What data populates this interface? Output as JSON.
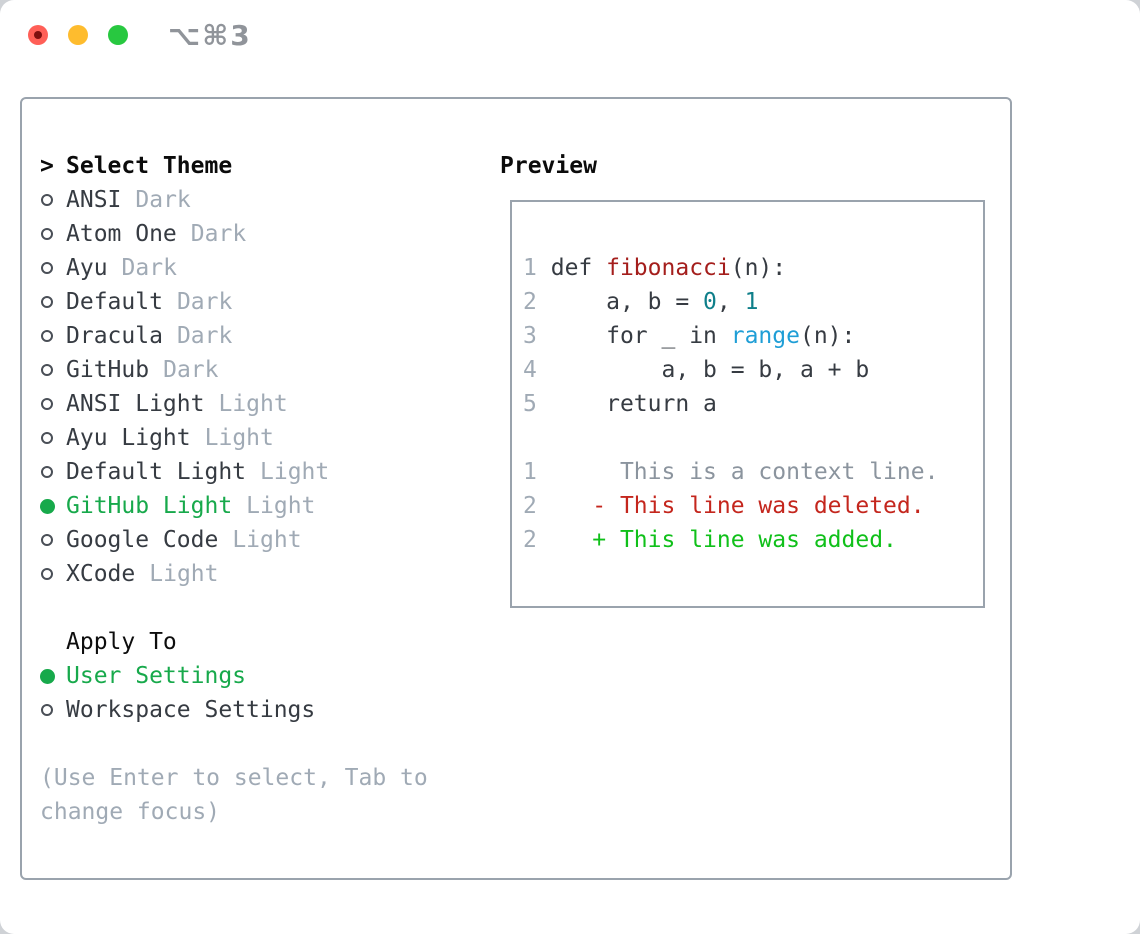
{
  "window": {
    "title": "⌥⌘3"
  },
  "theme_panel": {
    "header": {
      "prompt": ">",
      "label": "Select Theme"
    },
    "themes": [
      {
        "name": "ANSI",
        "variant": "Dark",
        "selected": false
      },
      {
        "name": "Atom One",
        "variant": "Dark",
        "selected": false
      },
      {
        "name": "Ayu",
        "variant": "Dark",
        "selected": false
      },
      {
        "name": "Default",
        "variant": "Dark",
        "selected": false
      },
      {
        "name": "Dracula",
        "variant": "Dark",
        "selected": false
      },
      {
        "name": "GitHub",
        "variant": "Dark",
        "selected": false
      },
      {
        "name": "ANSI Light",
        "variant": "Light",
        "selected": false
      },
      {
        "name": "Ayu Light",
        "variant": "Light",
        "selected": false
      },
      {
        "name": "Default Light",
        "variant": "Light",
        "selected": false
      },
      {
        "name": "GitHub Light",
        "variant": "Light",
        "selected": true
      },
      {
        "name": "Google Code",
        "variant": "Light",
        "selected": false
      },
      {
        "name": "XCode",
        "variant": "Light",
        "selected": false
      }
    ],
    "apply_to": {
      "label": "Apply To",
      "options": [
        {
          "name": "User Settings",
          "selected": true
        },
        {
          "name": "Workspace Settings",
          "selected": false
        }
      ]
    },
    "help": {
      "line1": "(Use Enter to select, Tab to",
      "line2": "change focus)"
    }
  },
  "preview": {
    "label": "Preview",
    "code_lines": [
      {
        "num": "1",
        "tokens": [
          {
            "text": "def ",
            "style": "code"
          },
          {
            "text": "fibonacci",
            "style": "function"
          },
          {
            "text": "(n):",
            "style": "code"
          }
        ]
      },
      {
        "num": "2",
        "tokens": [
          {
            "text": "    a, b = ",
            "style": "code"
          },
          {
            "text": "0",
            "style": "number"
          },
          {
            "text": ", ",
            "style": "code"
          },
          {
            "text": "1",
            "style": "number"
          }
        ]
      },
      {
        "num": "3",
        "tokens": [
          {
            "text": "    for _ in ",
            "style": "code"
          },
          {
            "text": "range",
            "style": "builtin"
          },
          {
            "text": "(n):",
            "style": "code"
          }
        ]
      },
      {
        "num": "4",
        "tokens": [
          {
            "text": "        a, b = b, a + b",
            "style": "code"
          }
        ]
      },
      {
        "num": "5",
        "tokens": [
          {
            "text": "    return a",
            "style": "code"
          }
        ]
      }
    ],
    "diff_lines": [
      {
        "num": "1",
        "text": "     This is a context line.",
        "kind": "context"
      },
      {
        "num": "2",
        "text": "   - This line was deleted.",
        "kind": "deleted"
      },
      {
        "num": "2",
        "text": "   + This line was added.",
        "kind": "added"
      }
    ]
  },
  "colors": {
    "selected_green": "#17a94b",
    "added_green": "#10c01a",
    "deleted_red": "#c4261d",
    "function_red": "#a41e1c",
    "number_teal": "#0f7f8a",
    "builtin_blue": "#1f9ed6",
    "muted_gray": "#a0aab5",
    "context_gray": "#8b949e",
    "text_dark": "#363b42",
    "border_gray": "#9aa3ad",
    "traffic_red": "#ff5f57",
    "traffic_yellow": "#febc2e",
    "traffic_green": "#28c840"
  }
}
